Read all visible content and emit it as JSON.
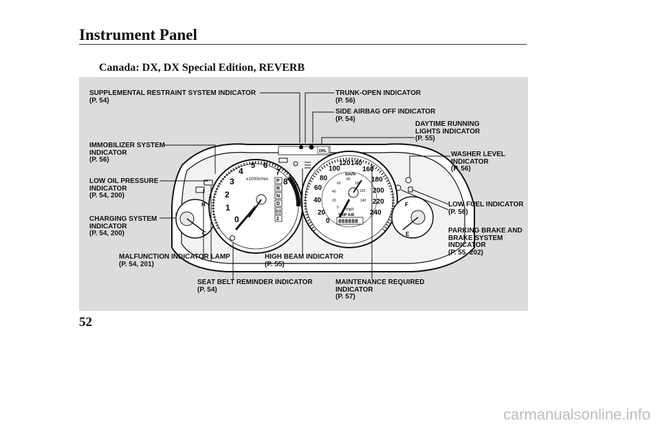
{
  "header": {
    "title": "Instrument Panel"
  },
  "subtitle": "Canada: DX, DX Special Edition, REVERB",
  "page_number": "52",
  "watermark": "carmanualsonline.info",
  "callouts": {
    "srs": {
      "name": "SUPPLEMENTAL RESTRAINT SYSTEM INDICATOR",
      "page": "(P. 54)"
    },
    "immobilizer": {
      "line1": "IMMOBILIZER SYSTEM",
      "line2": "INDICATOR",
      "page": "(P. 56)"
    },
    "oil": {
      "line1": "LOW OIL PRESSURE",
      "line2": "INDICATOR",
      "page": "(P. 54, 200)"
    },
    "charging": {
      "line1": "CHARGING SYSTEM",
      "line2": "INDICATOR",
      "page": "(P. 54, 200)"
    },
    "mil": {
      "name": "MALFUNCTION INDICATOR LAMP",
      "page": "(P. 54, 201)"
    },
    "seatbelt": {
      "name": "SEAT BELT REMINDER INDICATOR",
      "page": "(P. 54)"
    },
    "highbeam": {
      "name": "HIGH BEAM INDICATOR",
      "page": "(P. 55)"
    },
    "maintenance": {
      "line1": "MAINTENANCE REQUIRED",
      "line2": "INDICATOR",
      "page": "(P. 57)"
    },
    "trunk": {
      "name": "TRUNK-OPEN INDICATOR",
      "page": "(P. 56)"
    },
    "sideairbag": {
      "name": "SIDE AIRBAG OFF INDICATOR",
      "page": "(P. 54)"
    },
    "drl": {
      "line1": "DAYTIME RUNNING",
      "line2": "LIGHTS INDICATOR",
      "page": "(P. 55)"
    },
    "washer": {
      "line1": "WASHER LEVEL",
      "line2": "INDICATOR",
      "page": "(P. 56)"
    },
    "fuel": {
      "name": "LOW FUEL INDICATOR",
      "page": "(P. 56)"
    },
    "brake": {
      "line1": "PARKING BRAKE AND",
      "line2": "BRAKE SYSTEM",
      "line3": "INDICATOR",
      "page": "(P. 55, 202)"
    }
  },
  "gauges": {
    "tach": {
      "unit": "x1000r/min",
      "ticks": [
        "0",
        "1",
        "2",
        "3",
        "4",
        "5",
        "6",
        "7",
        "8"
      ]
    },
    "speedo": {
      "unit_kmh": "km/h",
      "unit_mph": "mph",
      "ticks_kmh": [
        "0",
        "20",
        "40",
        "60",
        "80",
        "100",
        "120",
        "140",
        "160",
        "180",
        "200",
        "220",
        "240"
      ],
      "ticks_mph": [
        "0",
        "20",
        "40",
        "60",
        "80",
        "100",
        "120",
        "140"
      ],
      "trip_label": "TRIP A/B",
      "odometer": "888888"
    },
    "gear_selector": [
      "P",
      "R",
      "N",
      "D",
      "D3",
      "2"
    ],
    "temp": {
      "hot": "H",
      "cold": "C"
    },
    "fuel": {
      "full": "F",
      "empty": "E"
    },
    "drl_badge": "DRL"
  },
  "colors": {
    "panel_bg": "#dcdcdc",
    "ink": "#111111"
  }
}
